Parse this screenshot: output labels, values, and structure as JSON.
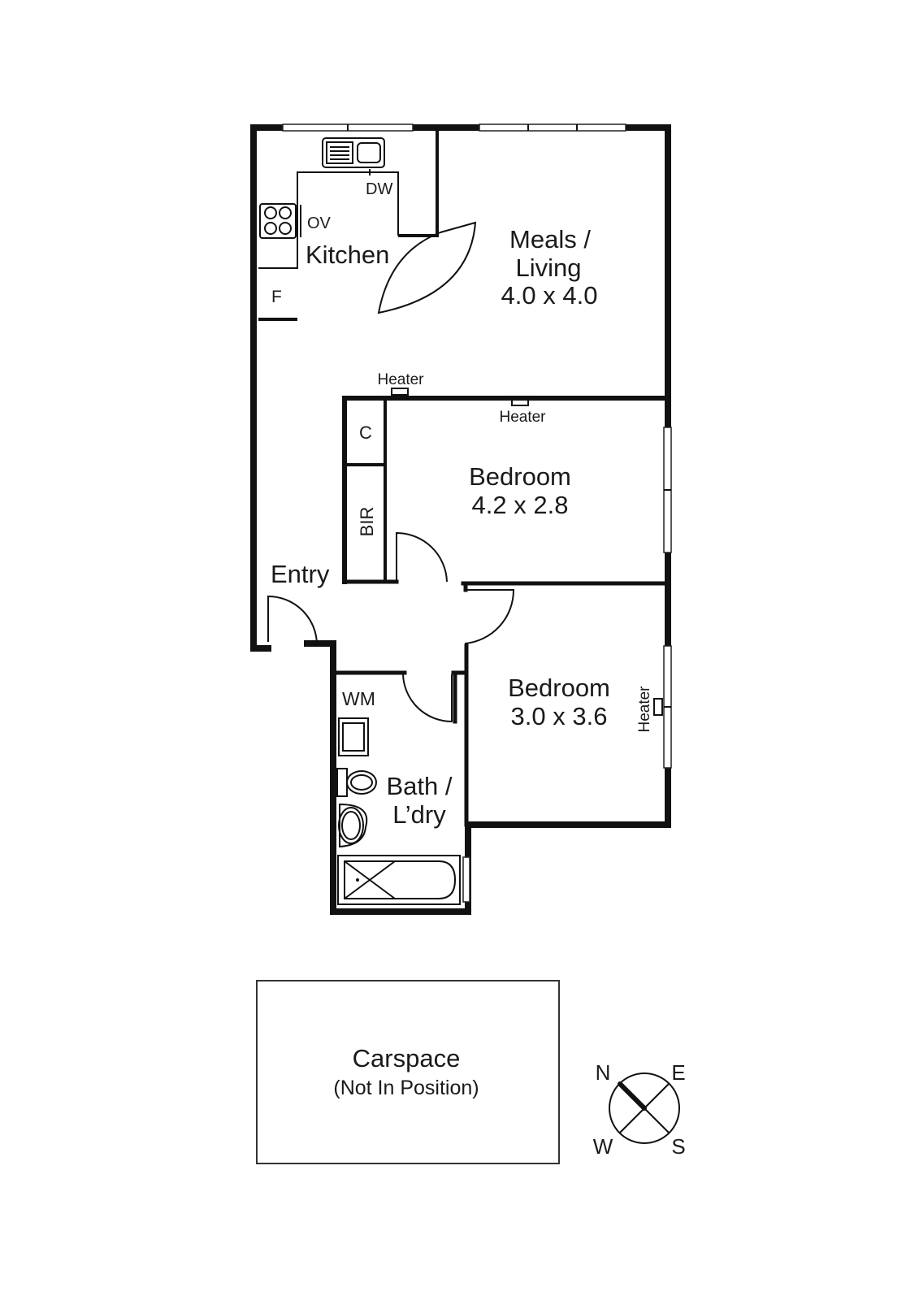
{
  "rooms": {
    "kitchen": {
      "name": "Kitchen"
    },
    "meals_living": {
      "name_line1": "Meals /",
      "name_line2": "Living",
      "dims": "4.0 x 4.0"
    },
    "bedroom1": {
      "name": "Bedroom",
      "dims": "4.2 x 2.8"
    },
    "bedroom2": {
      "name": "Bedroom",
      "dims": "3.0 x 3.6"
    },
    "bath": {
      "name_line1": "Bath /",
      "name_line2": "L’dry"
    },
    "entry": {
      "name": "Entry"
    }
  },
  "fixtures": {
    "dishwasher": "DW",
    "oven": "OV",
    "fridge": "F",
    "cupboard": "C",
    "built_in_robe": "BIR",
    "washing_machine": "WM",
    "heater": "Heater"
  },
  "carspace": {
    "title": "Carspace",
    "note": "(Not In Position)"
  },
  "compass": {
    "north": "N",
    "east": "E",
    "south": "S",
    "west": "W"
  }
}
